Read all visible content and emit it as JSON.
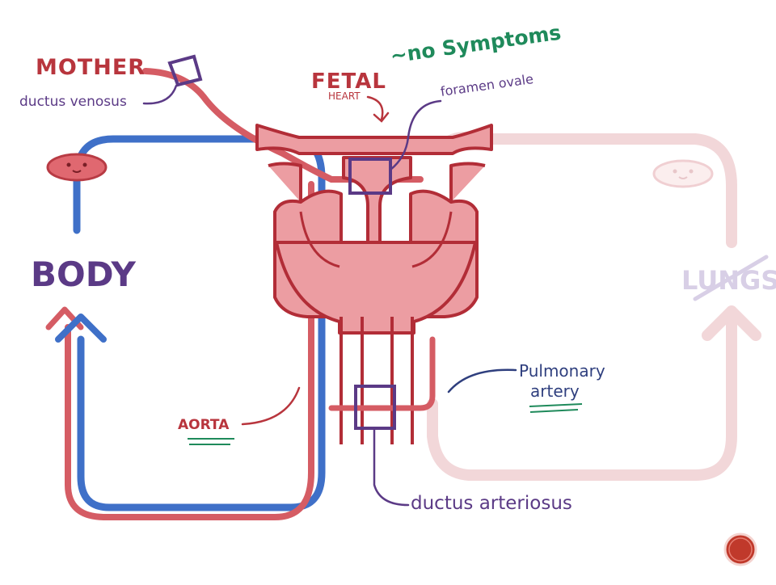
{
  "labels": {
    "mother": "MOTHER",
    "ductus_venosus": "ductus venosus",
    "fetal": "FETAL",
    "heart": "HEART",
    "no_symptoms": "~no Symptoms",
    "foramen_ovale": "foramen ovale",
    "body": "BODY",
    "lungs": "LUNGS",
    "aorta": "AORTA",
    "pulmonary": "Pulmonary",
    "artery": "artery",
    "ductus_arteriosus": "ductus arteriosus"
  },
  "colors": {
    "oxygenated": "#d55c64",
    "deoxygenated": "#3f70c8",
    "heart_wall": "#b22d37",
    "heart_fill": "#ec9da2",
    "faded_lung_loop": "#f2d7d9",
    "highlight_box": "#5b3a86",
    "accent_button": "#c0392b"
  }
}
